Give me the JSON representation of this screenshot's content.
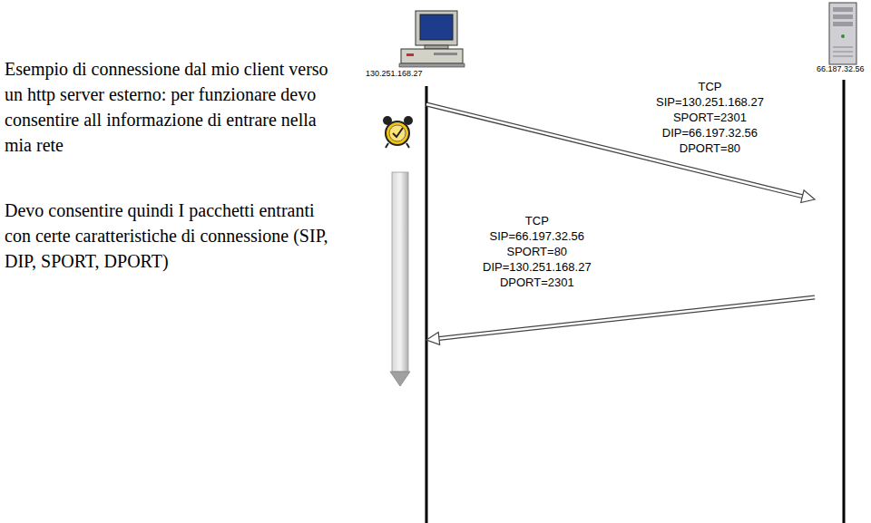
{
  "diagram": {
    "nodes": [
      {
        "text": [
          "130.251.168.27"
        ]
      },
      {
        "text": [
          "66.187.32.56"
        ]
      }
    ],
    "edges": [
      {
        "from": 0,
        "to": 1,
        "arrow": "to",
        "label": "TCP SIP=130.251.168.27 SPORT=2301 DIP=66.197.32.56 DPORT=80"
      },
      {
        "from": 1,
        "to": 0,
        "arrow": "to",
        "label": "TCP SIP=66.197.32.56 SPORT=80 DIP=130.251.168.27 DPORT=2301"
      }
    ],
    "labels": [
      "Esempio di connessione dal mio client verso un http server esterno: per funzionare devo consentire all informazione di entrare nella mia rete",
      "Devo consentire quindi I pacchetti entranti con certe caratteristiche di connessione (SIP, DIP, SPORT, DPORT)"
    ]
  }
}
